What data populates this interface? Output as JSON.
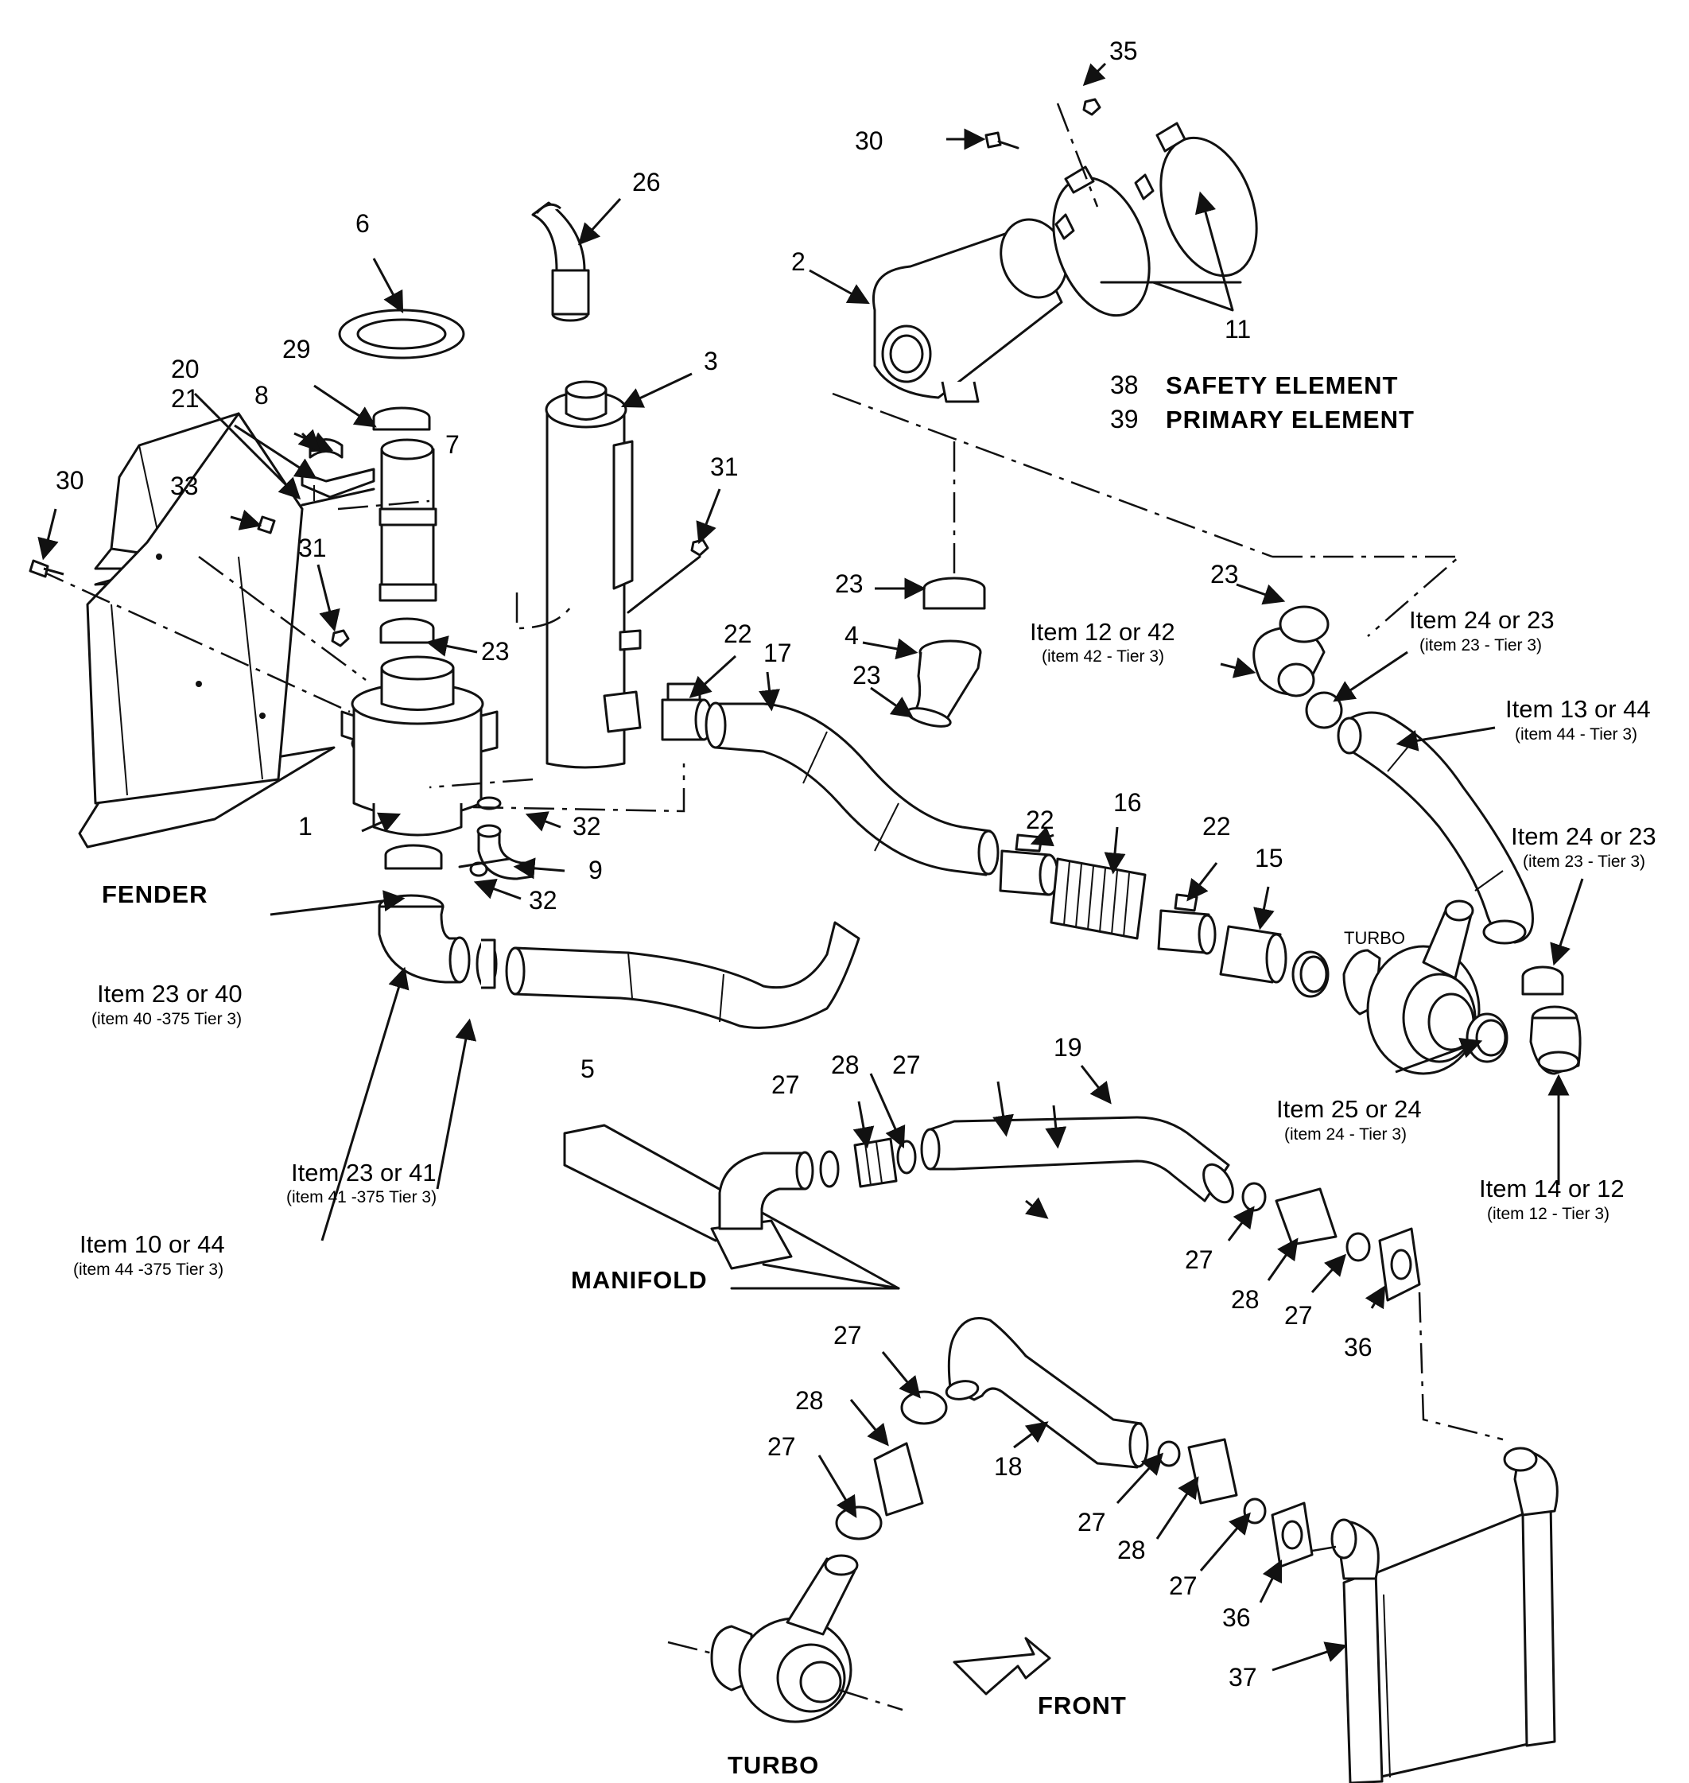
{
  "callouts": {
    "n1": "1",
    "n2": "2",
    "n3": "3",
    "n4": "4",
    "n5": "5",
    "n6": "6",
    "n7": "7",
    "n8": "8",
    "n9": "9",
    "n11": "11",
    "n15": "15",
    "n16": "16",
    "n17": "17",
    "n18": "18",
    "n19": "19",
    "n20": "20",
    "n21": "21",
    "n22a": "22",
    "n22b": "22",
    "n22c": "22",
    "n23a": "23",
    "n23b": "23",
    "n23c": "23",
    "n23d": "23",
    "n26": "26",
    "n27a": "27",
    "n27b": "27",
    "n27c": "27",
    "n27d": "27",
    "n27e": "27",
    "n27f": "27",
    "n27g": "27",
    "n27h": "27",
    "n28a": "28",
    "n28b": "28",
    "n28c": "28",
    "n28d": "28",
    "n29": "29",
    "n30a": "30",
    "n30b": "30",
    "n31a": "31",
    "n31b": "31",
    "n32a": "32",
    "n32b": "32",
    "n33": "33",
    "n35": "35",
    "n36a": "36",
    "n36b": "36",
    "n37": "37",
    "n38": "38",
    "n39": "39"
  },
  "element_labels": {
    "safety": "SAFETY ELEMENT",
    "primary": "PRIMARY ELEMENT"
  },
  "items": {
    "i12_42": {
      "title": "Item 12 or 42",
      "note": "(item 42 - Tier 3)"
    },
    "i24_23a": {
      "title": "Item 24 or 23",
      "note": "(item 23 - Tier 3)"
    },
    "i13_44": {
      "title": "Item 13 or 44",
      "note": "(item 44 - Tier 3)"
    },
    "i24_23b": {
      "title": "Item 24 or 23",
      "note": "(item 23 - Tier 3)"
    },
    "i25_24": {
      "title": "Item 25 or 24",
      "note": "(item 24 - Tier 3)"
    },
    "i14_12": {
      "title": "Item 14 or 12",
      "note": "(item 12 - Tier 3)"
    },
    "i23_40": {
      "title": "Item 23 or 40",
      "note": "(item 40 -375 Tier 3)"
    },
    "i23_41": {
      "title": "Item 23 or 41",
      "note": "(item 41 -375 Tier 3)"
    },
    "i10_44": {
      "title": "Item 10 or 44",
      "note": "(item 44 -375  Tier 3)"
    }
  },
  "labels": {
    "fender": "FENDER",
    "manifold": "MANIFOLD",
    "turbo_small": "TURBO",
    "turbo_bottom": "TURBO",
    "front": "FRONT"
  }
}
